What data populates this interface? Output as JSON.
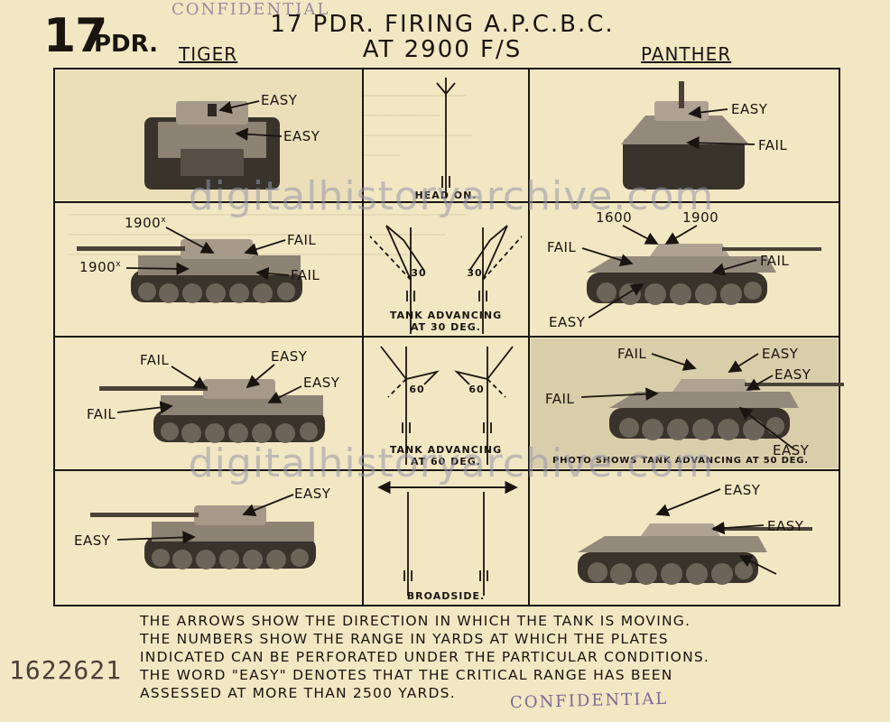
{
  "header": {
    "calibre_number": "17",
    "calibre_unit": "PDR.",
    "title_line1": "17 PDR. FIRING A.P.C.B.C.",
    "title_line2": "AT 2900 F/S",
    "left_column": "TIGER",
    "right_column": "PANTHER"
  },
  "stamps": {
    "top": "CONFIDENTIAL",
    "bottom": "CONFIDENTIAL"
  },
  "serial_number": "1622621",
  "watermark": "digitalhistoryarchive.com",
  "tiger": {
    "row1": {
      "turret": "EASY",
      "hull": "EASY"
    },
    "row2": {
      "turret_range": "1900",
      "turret": "FAIL",
      "hull_range": "1900",
      "hull": "FAIL"
    },
    "row3": {
      "mantlet": "FAIL",
      "turret": "EASY",
      "turret_side": "EASY",
      "hull": "FAIL"
    },
    "row4": {
      "turret": "EASY",
      "hull": "EASY"
    }
  },
  "panther": {
    "row1": {
      "turret": "EASY",
      "hull": "FAIL"
    },
    "row2": {
      "range_left": "1600",
      "range_right": "1900",
      "turret": "FAIL",
      "hull_right": "FAIL",
      "hull_lower": "EASY"
    },
    "row3": {
      "mantlet": "FAIL",
      "turret": "EASY",
      "turret_side": "EASY",
      "glacis": "FAIL",
      "lower": "EASY",
      "caption": "PHOTO SHOWS TANK ADVANCING AT 50 DEG."
    },
    "row4": {
      "turret": "EASY",
      "hull": "EASY"
    }
  },
  "diagrams": {
    "row1": "HEAD ON.",
    "row2_angle": "30",
    "row2_caption_a": "TANK ADVANCING",
    "row2_caption_b": "AT 30 DEG.",
    "row3_angle": "60",
    "row3_caption_a": "TANK ADVANCING",
    "row3_caption_b": "AT 60 DEG.",
    "row4": "BROADSIDE."
  },
  "footnote": [
    "THE ARROWS SHOW THE DIRECTION IN WHICH THE TANK IS MOVING.",
    "THE NUMBERS SHOW THE RANGE IN YARDS AT WHICH THE PLATES",
    "INDICATED CAN BE PERFORATED UNDER THE PARTICULAR CONDITIONS.",
    "THE WORD \"EASY\" DENOTES THAT THE CRITICAL RANGE HAS BEEN",
    "ASSESSED AT MORE THAN 2500 YARDS."
  ],
  "colors": {
    "paper": "#f1e7c2",
    "ink": "#1a1410",
    "stamp": "#7a6a98"
  }
}
